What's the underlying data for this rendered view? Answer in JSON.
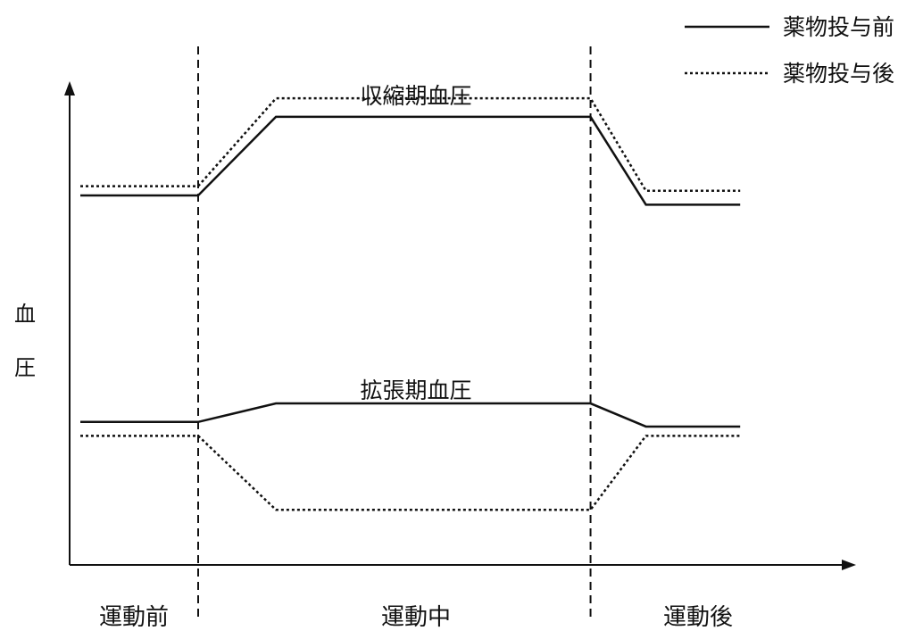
{
  "chart_data": {
    "type": "line",
    "title": "",
    "xlabel": "",
    "ylabel": "血圧",
    "y_axis_label_chars": [
      "血",
      "圧"
    ],
    "phases": [
      "運動前",
      "運動中",
      "運動後"
    ],
    "x": [
      0,
      1,
      1.66,
      4.33,
      4.8,
      5.6
    ],
    "xlim": [
      -0.1,
      6
    ],
    "ylim": [
      0,
      100
    ],
    "grid": false,
    "legend_position": "top-right",
    "legend": [
      {
        "label": "薬物投与前",
        "style": "solid"
      },
      {
        "label": "薬物投与後",
        "style": "dotted"
      }
    ],
    "series_groups": [
      {
        "label": "収縮期血圧",
        "series": [
          {
            "name": "薬物投与前",
            "style": "solid",
            "values": [
              78,
              78,
              95,
              95,
              76,
              76
            ]
          },
          {
            "name": "薬物投与後",
            "style": "dotted",
            "values": [
              80,
              80,
              99,
              99,
              79,
              79
            ]
          }
        ]
      },
      {
        "label": "拡張期血圧",
        "series": [
          {
            "name": "薬物投与前",
            "style": "solid",
            "values": [
              29,
              29,
              33,
              33,
              28,
              28
            ]
          },
          {
            "name": "薬物投与後",
            "style": "dotted",
            "values": [
              26,
              26,
              10,
              10,
              26,
              26
            ]
          }
        ]
      }
    ],
    "phase_dividers_x": [
      1,
      4.33
    ]
  },
  "colors": {
    "line": "#111111",
    "background": "#ffffff"
  }
}
